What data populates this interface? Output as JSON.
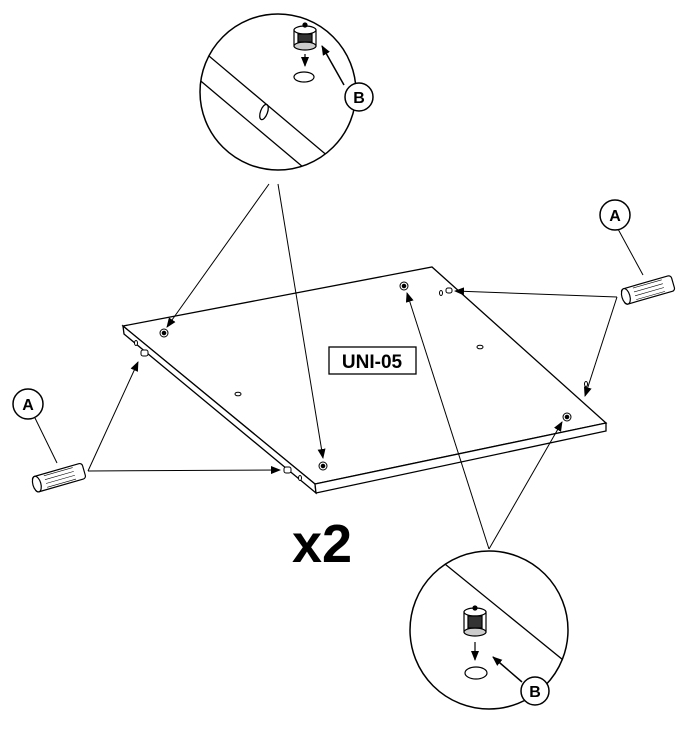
{
  "part_code": "UNI-05",
  "quantity": "x2",
  "labels": {
    "a_left": "A",
    "a_right": "A",
    "b_top": "B",
    "b_bottom": "B"
  },
  "parts": [
    {
      "id": "A",
      "name": "wooden-dowel-icon"
    },
    {
      "id": "B",
      "name": "cam-lock-icon"
    }
  ]
}
